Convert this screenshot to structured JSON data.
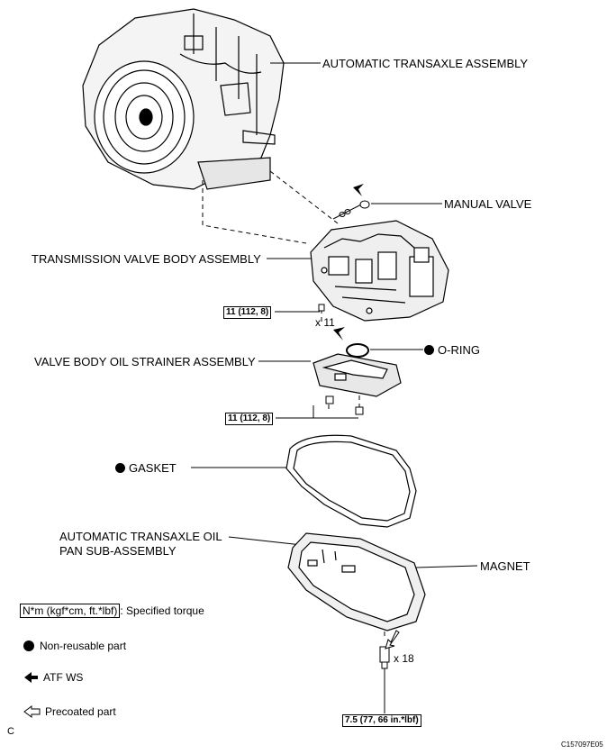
{
  "labels": {
    "transaxle": "AUTOMATIC TRANSAXLE ASSEMBLY",
    "manual_valve": "MANUAL VALVE",
    "valve_body": "TRANSMISSION VALVE BODY ASSEMBLY",
    "o_ring": "O-RING",
    "strainer": "VALVE BODY OIL STRAINER ASSEMBLY",
    "gasket": "GASKET",
    "oil_pan_line1": "AUTOMATIC TRANSAXLE OIL",
    "oil_pan_line2": "PAN SUB-ASSEMBLY",
    "magnet": "MAGNET"
  },
  "torques": {
    "valve_body_bolts": "11 (112, 8)",
    "strainer_bolts": "11 (112, 8)",
    "oil_pan_bolts": "7.5 (77, 66 in.*lbf)"
  },
  "quantities": {
    "valve_body_bolts": "x 11",
    "oil_pan_bolts": "x 18"
  },
  "legend": {
    "torque_box": "N*m (kgf*cm, ft.*lbf)",
    "torque_text": ": Specified torque",
    "non_reusable": "Non-reusable part",
    "atf": "ATF WS",
    "precoated": "Precoated part"
  },
  "corner_letter": "C",
  "figure_code": "C157097E05"
}
